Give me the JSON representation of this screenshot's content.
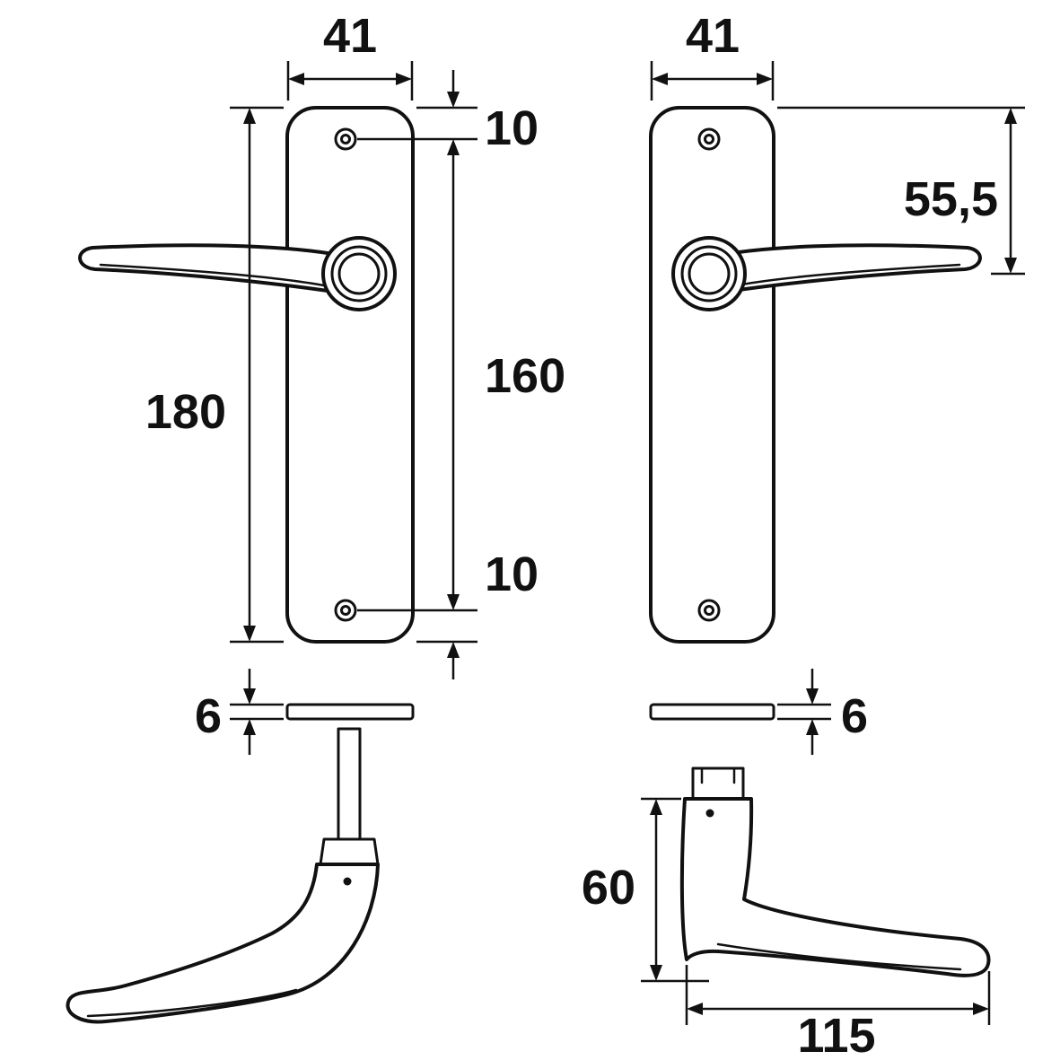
{
  "dimensions": {
    "left_plate_width": "41",
    "right_plate_width": "41",
    "top_screw_offset": "10",
    "screw_spacing": "160",
    "bottom_screw_offset": "10",
    "plate_height": "180",
    "left_plate_thickness": "6",
    "right_plate_thickness": "6",
    "handle_center_from_top": "55,5",
    "handle_side_height": "60",
    "handle_length": "115"
  },
  "colors": {
    "line": "#111111",
    "background": "#ffffff"
  }
}
